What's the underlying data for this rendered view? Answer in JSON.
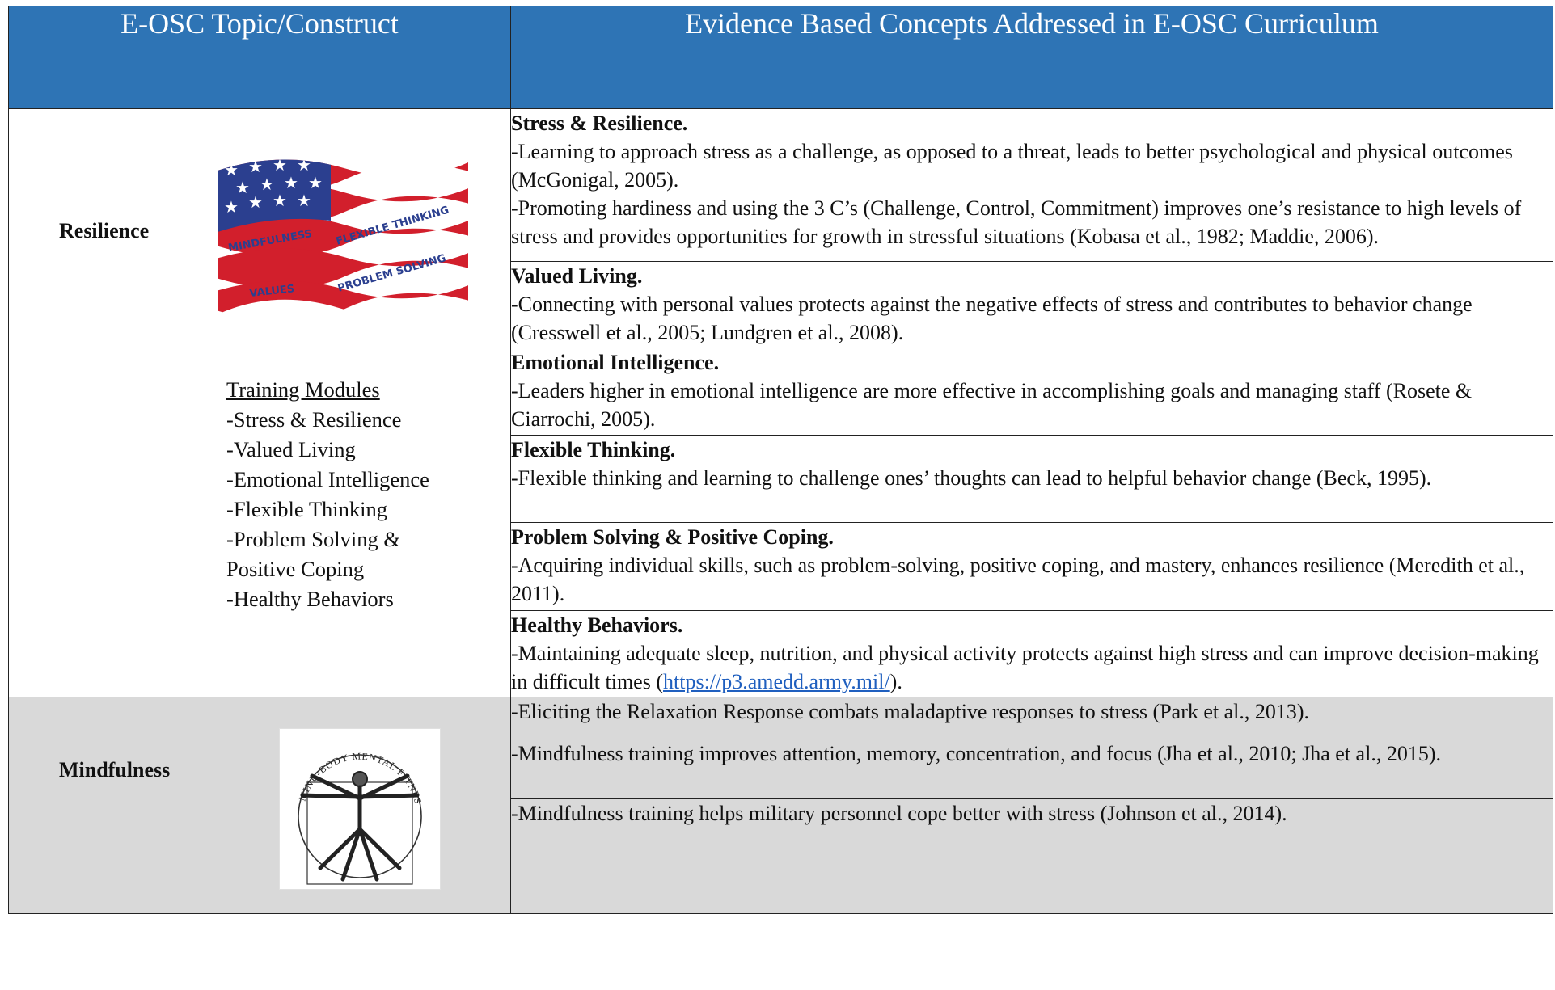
{
  "header": {
    "left": "E-OSC Topic/Construct",
    "right": "Evidence Based Concepts Addressed in E-OSC Curriculum"
  },
  "resilience": {
    "label": "Resilience",
    "flag_words": [
      "MINDFULNESS",
      "FLEXIBLE THINKING",
      "VALUES",
      "PROBLEM SOLVING"
    ],
    "modules_heading": "Training Modules",
    "modules": [
      "-Stress & Resilience",
      "-Valued Living",
      "-Emotional Intelligence",
      "-Flexible Thinking",
      "-Problem Solving &",
      "Positive Coping",
      "-Healthy Behaviors"
    ],
    "concepts": [
      {
        "title": "Stress & Resilience.",
        "lines": [
          "-Learning to approach stress as a challenge, as opposed to a threat, leads to better psychological and physical outcomes (McGonigal, 2005).",
          "-Promoting hardiness and using the 3 C’s (Challenge, Control, Commitment) improves one’s resistance to high levels of stress and provides opportunities for growth in stressful situations (Kobasa et al., 1982; Maddie, 2006)."
        ]
      },
      {
        "title": "Valued Living.",
        "lines": [
          "-Connecting with personal values protects against the negative effects of stress and contributes to behavior change (Cresswell et al., 2005; Lundgren et al., 2008)."
        ]
      },
      {
        "title": "Emotional Intelligence.",
        "lines": [
          "-Leaders higher in emotional intelligence are more effective in accomplishing goals and managing staff (Rosete & Ciarrochi, 2005)."
        ]
      },
      {
        "title": "Flexible Thinking.",
        "lines": [
          "-Flexible thinking and learning to challenge ones’ thoughts can lead to helpful behavior change (Beck, 1995)."
        ]
      },
      {
        "title": "Problem Solving & Positive Coping.",
        "lines": [
          "-Acquiring individual skills, such as problem-solving, positive coping, and mastery, enhances resilience (Meredith et al., 2011)."
        ]
      },
      {
        "title": "Healthy Behaviors.",
        "pre": "-Maintaining adequate sleep, nutrition, and physical activity protects against high stress and can improve decision-making in difficult times (",
        "link": "https://p3.amedd.army.mil/",
        "post": ")."
      }
    ]
  },
  "mindfulness": {
    "label": "Mindfulness",
    "logo_text": "MIND-BODY MENTAL FITNESS",
    "concepts": [
      "-Eliciting the Relaxation Response combats maladaptive responses to stress (Park et al., 2013).",
      "-Mindfulness training improves attention, memory, concentration, and focus (Jha et al., 2010; Jha et al., 2015).",
      "-Mindfulness training helps military personnel cope better with stress (Johnson et al., 2014)."
    ]
  }
}
